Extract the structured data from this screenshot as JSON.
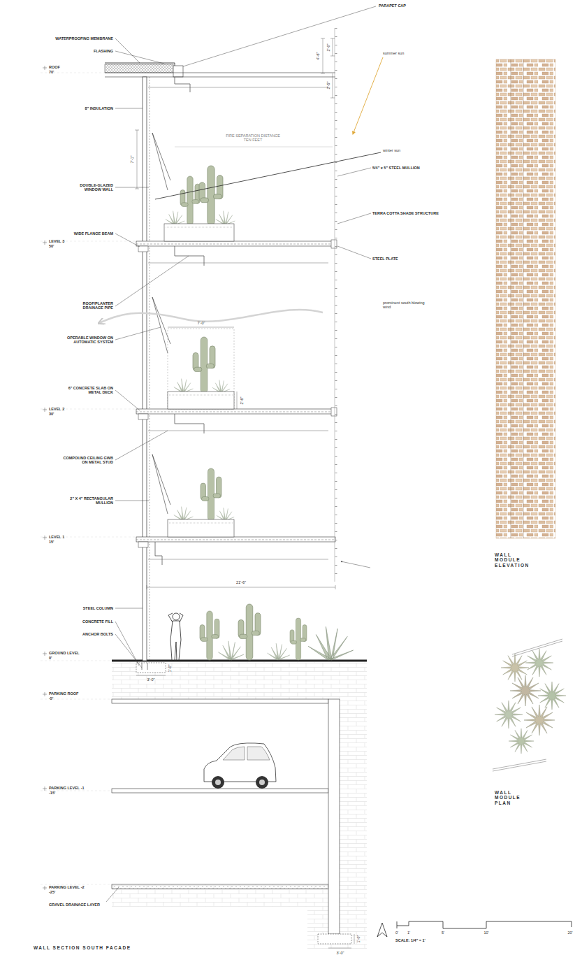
{
  "diagram": {
    "title": "WALL SECTION SOUTH FACADE",
    "labels": [
      "PARAPET CAP",
      "WATERPROOFING MEMBRANE",
      "FLASHING",
      "ROOF",
      "70'",
      "summer sun",
      "4'-6\"",
      "2'-0\"",
      "2'-5\"",
      "8\" INSULATION",
      "7'-1\"",
      "FIRE SEPARATION DISTANCE TEN FEET",
      "winter sun",
      "5/4\" x 5\" STEEL MULLION",
      "DOUBLE-GLAZED WINDOW WALL",
      "TERRA COTTA SHADE STRUCTURE",
      "WIDE FLANGE BEAM",
      "LEVEL 3",
      "50'",
      "STEEL PLATE",
      "ROOF/PLANTER DRAINAGE PIPE",
      "prominent south blowing wind",
      "7'-0\"",
      "OPERABLE WINDOW ON AUTOMATIC SYSTEM",
      "6\" CONCRETE SLAB ON METAL DECK",
      "LEVEL 2",
      "30'",
      "2'-6\"",
      "COMPOUND CEILING GWB ON METAL STUD",
      "2\" X 4\" RECTANGULAR MULLION",
      "LEVEL 1",
      "15'",
      "21'-6\"",
      "STEEL COLUMN",
      "CONCRETE FILL",
      "ANCHOR BOLTS",
      "GROUND LEVEL",
      "0'",
      "1'-0\"",
      "3'-0\"",
      "PARKING ROOF",
      "-5'",
      "WALL MODULE ELEVATION",
      "WALL MODULE PLAN",
      "PARKING LEVEL -1",
      "-15'",
      "PARKING LEVEL -2",
      "-25'",
      "GRAVEL DRAINAGE LAYER",
      "1'-0\"",
      "3'-0\"",
      "0'",
      "1'",
      "5'",
      "10'",
      "20'",
      "SCALE: 1/4\" = 1'"
    ]
  }
}
